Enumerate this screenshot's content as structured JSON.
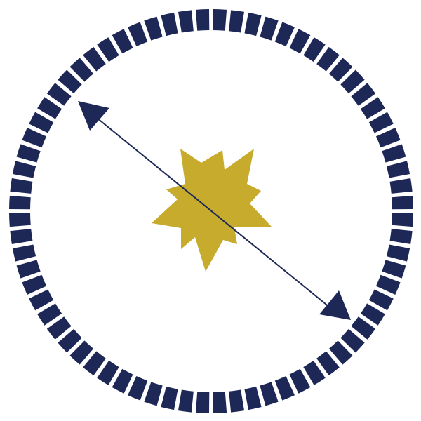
{
  "diagram": {
    "shapes": [
      {
        "kind": "segmented-ring",
        "color": "#1d2857",
        "segments": 72
      },
      {
        "kind": "eight-point-star",
        "color": "#c7ab2c"
      },
      {
        "kind": "double-headed-arrow",
        "color": "#1d2857"
      }
    ]
  }
}
